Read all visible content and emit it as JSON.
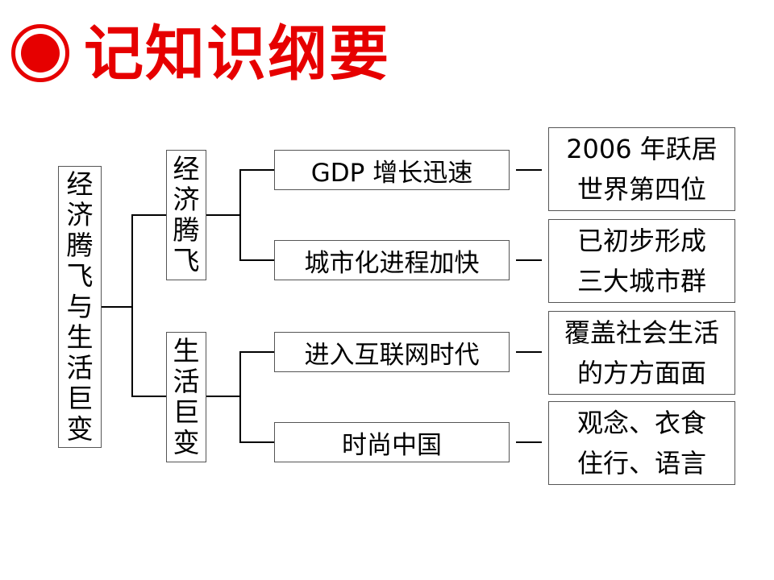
{
  "title": "记知识纲要",
  "colors": {
    "accent": "#e60000",
    "line": "#000000"
  },
  "root": {
    "chars": [
      "经",
      "济",
      "腾",
      "飞",
      "与",
      "生",
      "活",
      "巨",
      "变"
    ]
  },
  "branches": [
    {
      "chars": [
        "经",
        "济",
        "腾",
        "飞"
      ]
    },
    {
      "chars": [
        "生",
        "活",
        "巨",
        "变"
      ]
    }
  ],
  "items": [
    {
      "label": "GDP 增长迅速",
      "result": [
        "2006 年跃居",
        "世界第四位"
      ]
    },
    {
      "label": "城市化进程加快",
      "result": [
        "已初步形成",
        "三大城市群"
      ]
    },
    {
      "label": "进入互联网时代",
      "result": [
        "覆盖社会生活",
        "的方方面面"
      ]
    },
    {
      "label": "时尚中国",
      "result": [
        "观念、衣食",
        "住行、语言"
      ]
    }
  ]
}
